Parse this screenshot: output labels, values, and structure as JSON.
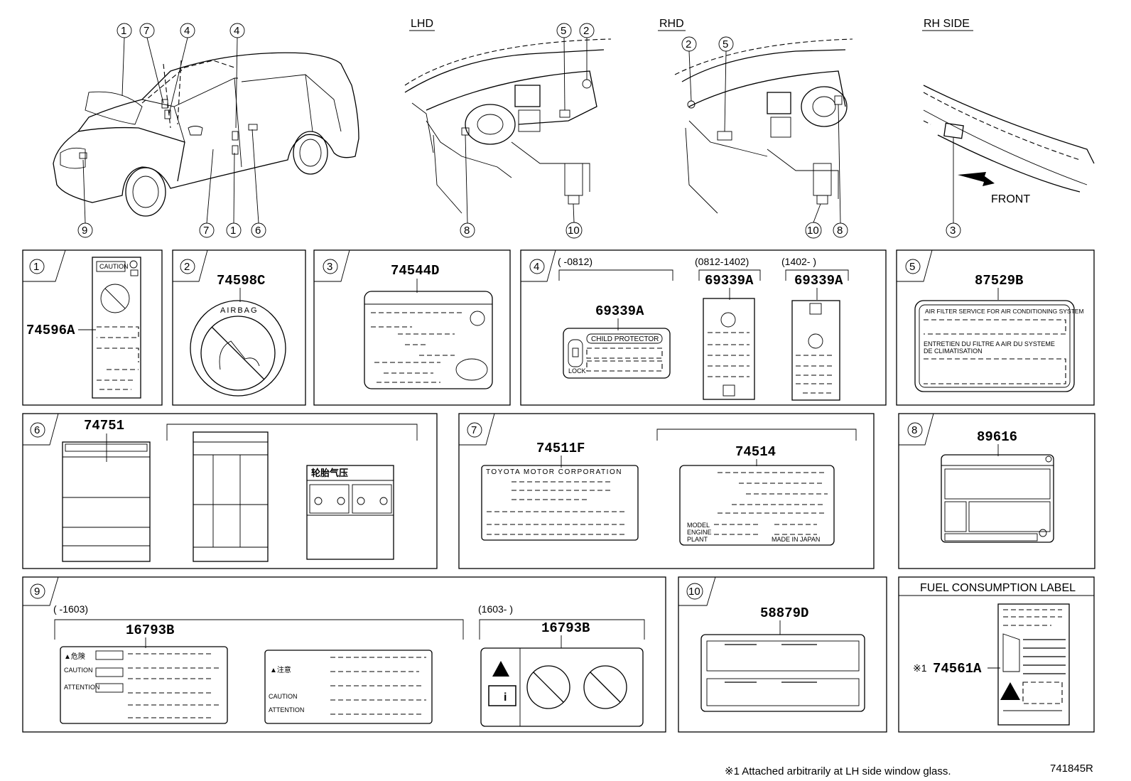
{
  "views": {
    "lhd": "LHD",
    "rhd": "RHD",
    "rh_side": "RH SIDE",
    "front": "FRONT"
  },
  "callouts": [
    "1",
    "2",
    "3",
    "4",
    "5",
    "6",
    "7",
    "8",
    "9",
    "10"
  ],
  "panels": {
    "p1": {
      "num": "1",
      "part": "74596A"
    },
    "p2": {
      "num": "2",
      "part": "74598C"
    },
    "p3": {
      "num": "3",
      "part": "74544D"
    },
    "p4": {
      "num": "4",
      "range_a": "(      -0812)",
      "range_b": "(0812-1402)",
      "range_c": "(1402-        )",
      "part_a": "69339A",
      "part_b": "69339A",
      "part_c": "69339A",
      "child_protector": "CHILD PROTECTOR",
      "lock": "LOCK"
    },
    "p5": {
      "num": "5",
      "part": "87529B",
      "line1": "AIR FILTER SERVICE FOR AIR CONDITIONING SYSTEM",
      "line2": "ENTRETIEN DU FILTRE A AIR DU SYSTEME",
      "line3": "DE CLIMATISATION"
    },
    "p6": {
      "num": "6",
      "part": "74751",
      "chinese": "轮胎气压"
    },
    "p7": {
      "num": "7",
      "part_a": "74511F",
      "part_b": "74514",
      "maker": "TOYOTA MOTOR CORPORATION",
      "made_in": "MADE IN JAPAN",
      "plant": "PLANT",
      "model": "MODEL",
      "engine": "ENGINE"
    },
    "p8": {
      "num": "8",
      "part": "89616"
    },
    "p9": {
      "num": "9",
      "range_a": "(      -1603)",
      "range_b": "(1603-        )",
      "part_a": "16793B",
      "part_b": "16793B",
      "danger": "▲危険",
      "caution": "CAUTION",
      "attention": "ATTENTION",
      "notice": "▲注意"
    },
    "p10": {
      "num": "10",
      "part": "58879D"
    },
    "fuel": {
      "title": "FUEL CONSUMPTION LABEL",
      "mark": "※1",
      "part": "74561A"
    }
  },
  "footer": {
    "note": "※1  Attached arbitrarily at LH side window glass.",
    "ref": "741845R"
  }
}
